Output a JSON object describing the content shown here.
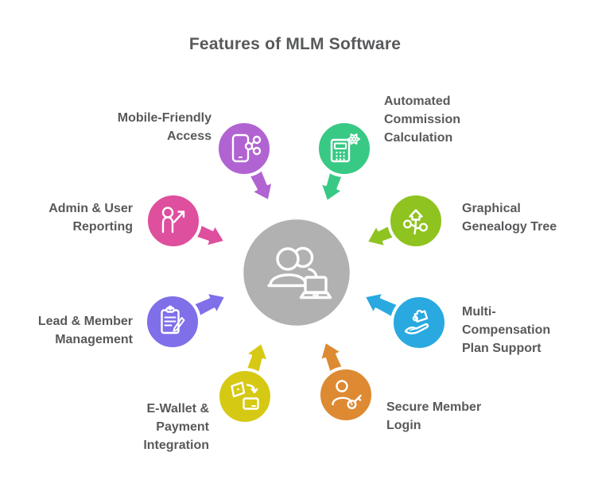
{
  "title": "Features of MLM Software",
  "colors": {
    "background": "#ffffff",
    "text": "#58595b",
    "center": "#b1b1b1",
    "icon_stroke": "#ffffff"
  },
  "center": {
    "icon": "team-laptop"
  },
  "features": [
    {
      "id": "mobile-friendly-access",
      "label": "Mobile-Friendly\nAccess",
      "color": "#b163d2",
      "icon": "smartphone-share"
    },
    {
      "id": "automated-commission-calculation",
      "label": "Automated\nCommission\nCalculation",
      "color": "#38c985",
      "icon": "calculator-gear"
    },
    {
      "id": "graphical-genealogy-tree",
      "label": "Graphical\nGenealogy Tree",
      "color": "#8ec320",
      "icon": "genealogy-tree"
    },
    {
      "id": "multi-compensation-plan-support",
      "label": "Multi-\nCompensation\nPlan Support",
      "color": "#29a9e0",
      "icon": "hand-puzzle"
    },
    {
      "id": "secure-member-login",
      "label": "Secure Member\nLogin",
      "color": "#dd8a33",
      "icon": "user-key"
    },
    {
      "id": "e-wallet-payment-integration",
      "label": "E-Wallet &\nPayment\nIntegration",
      "color": "#d6c914",
      "icon": "wallet-payment"
    },
    {
      "id": "lead-member-management",
      "label": "Lead & Member\nManagement",
      "color": "#7f6fe8",
      "icon": "clipboard-pencil"
    },
    {
      "id": "admin-user-reporting",
      "label": "Admin & User\nReporting",
      "color": "#de4f9e",
      "icon": "user-growth-arrow"
    }
  ]
}
